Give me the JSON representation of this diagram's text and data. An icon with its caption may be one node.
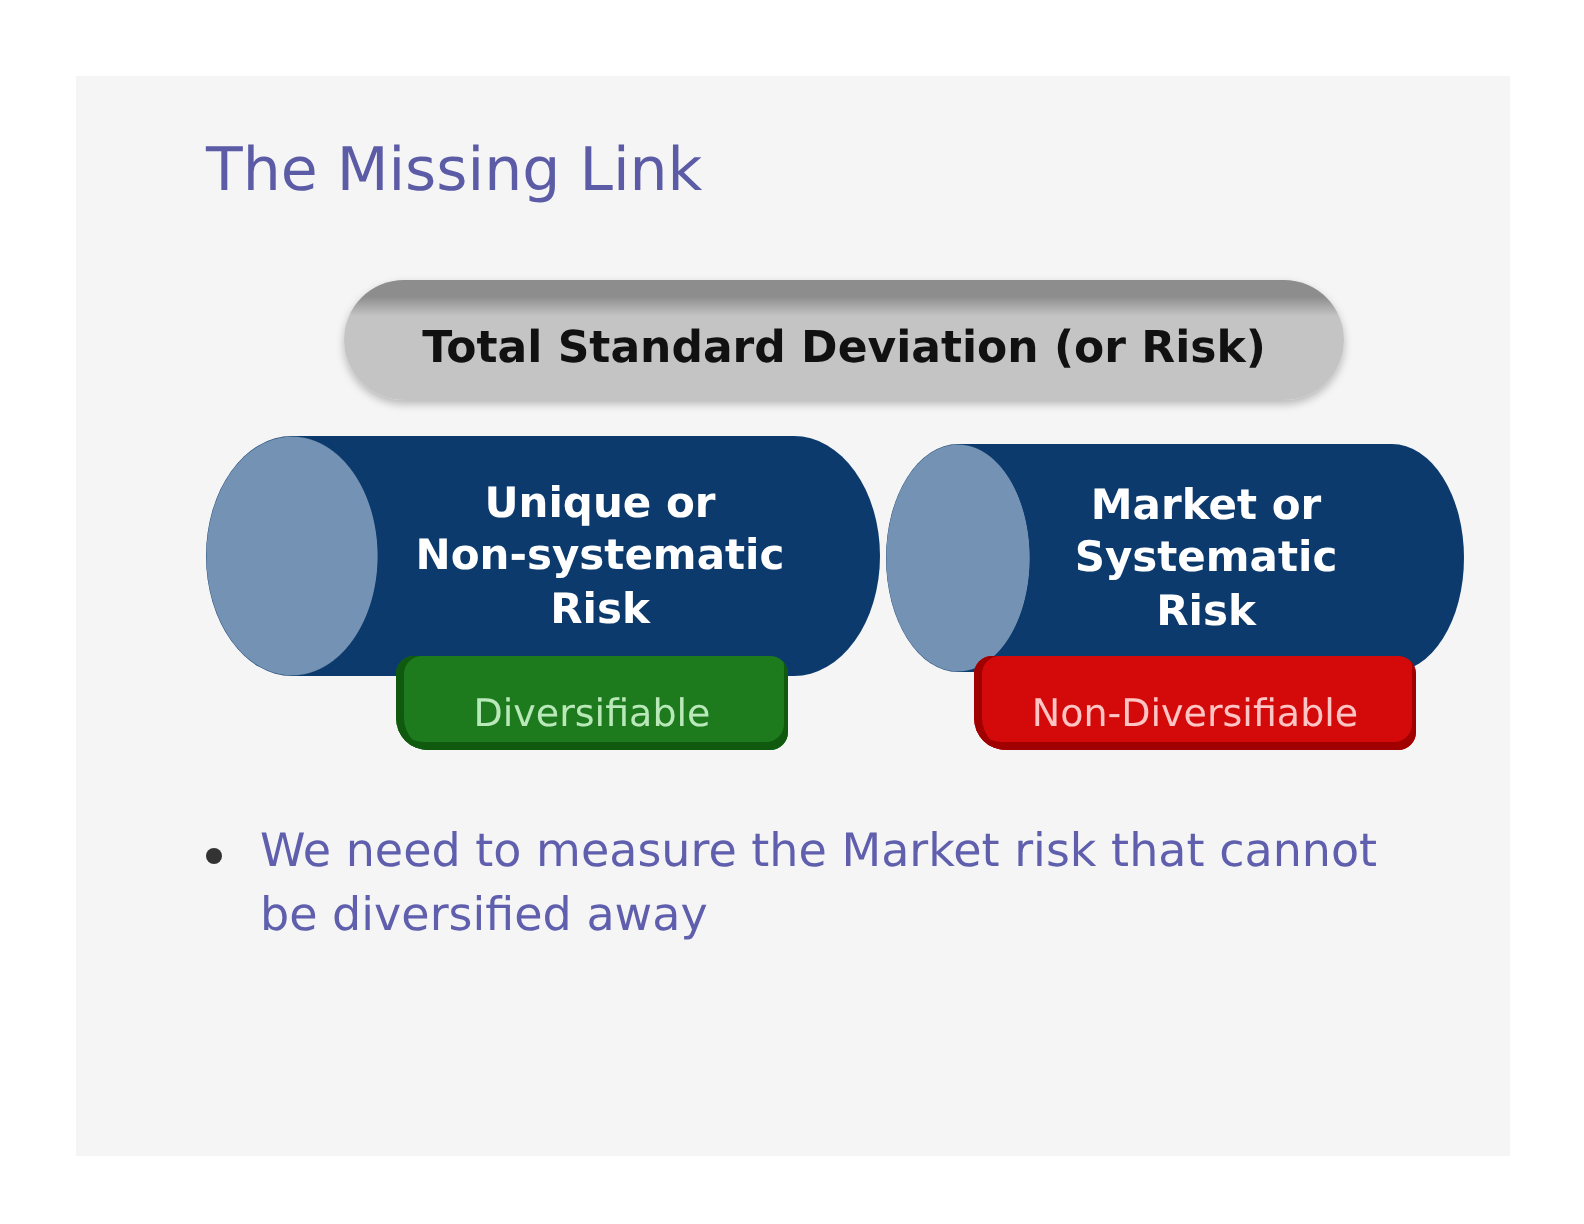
{
  "diagram": {
    "title": "The Missing Link",
    "nodes": [
      {
        "text": [
          "Total Standard Deviation (or Risk)"
        ]
      },
      {
        "text": [
          "Unique or Non-systematic Risk"
        ]
      },
      {
        "text": [
          "Market or Systematic Risk"
        ]
      },
      {
        "text": [
          "Diversifiable"
        ]
      },
      {
        "text": [
          "Non-Diversifiable"
        ]
      }
    ],
    "labels": [
      "We need to measure the Market risk that cannot be diversified away"
    ]
  }
}
